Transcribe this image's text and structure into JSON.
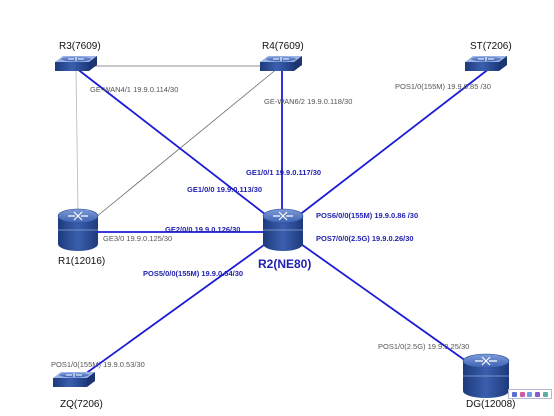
{
  "devices": {
    "r3": "R3(7609)",
    "r4": "R4(7609)",
    "st": "ST(7206)",
    "r1": "R1(12016)",
    "r2": "R2(NE80)",
    "zq": "ZQ(7206)",
    "dg": "DG(12008)"
  },
  "interfaces": {
    "r3_r2": "GE-WAN4/1 19.9.0.114/30",
    "r4_r2": "GE-WAN6/2 19.9.0.118/30",
    "st_r2": "POS1/0(155M) 19.9.0.85 /30",
    "r2_r4": "GE1/0/1 19.9.0.117/30",
    "r2_r3": "GE1/0/0 19.9.0.113/30",
    "r2_st": "POS6/0/0(155M)  19.9.0.86 /30",
    "r2_dg": "POS7/0/0(2.5G)  19.9.0.26/30",
    "r2_r1": "GE2/0/0  19.9.0.126/30",
    "r1_r2": "GE3/0  19.9.0.125/30",
    "r2_zq": "POS5/0/0(155M) 19.9.0.54/30",
    "zq_r2": "POS1/0(155M) 19.9.0.53/30",
    "dg_r2": "POS1/0(2.5G)  19.9.0.25/30"
  },
  "colors": {
    "link": "#1c1cd6",
    "thin_link": "#6b6b6b",
    "device_blue": "#2d4f9e",
    "device_light": "#5b7fc9",
    "core_label": "#1f1fb0"
  }
}
